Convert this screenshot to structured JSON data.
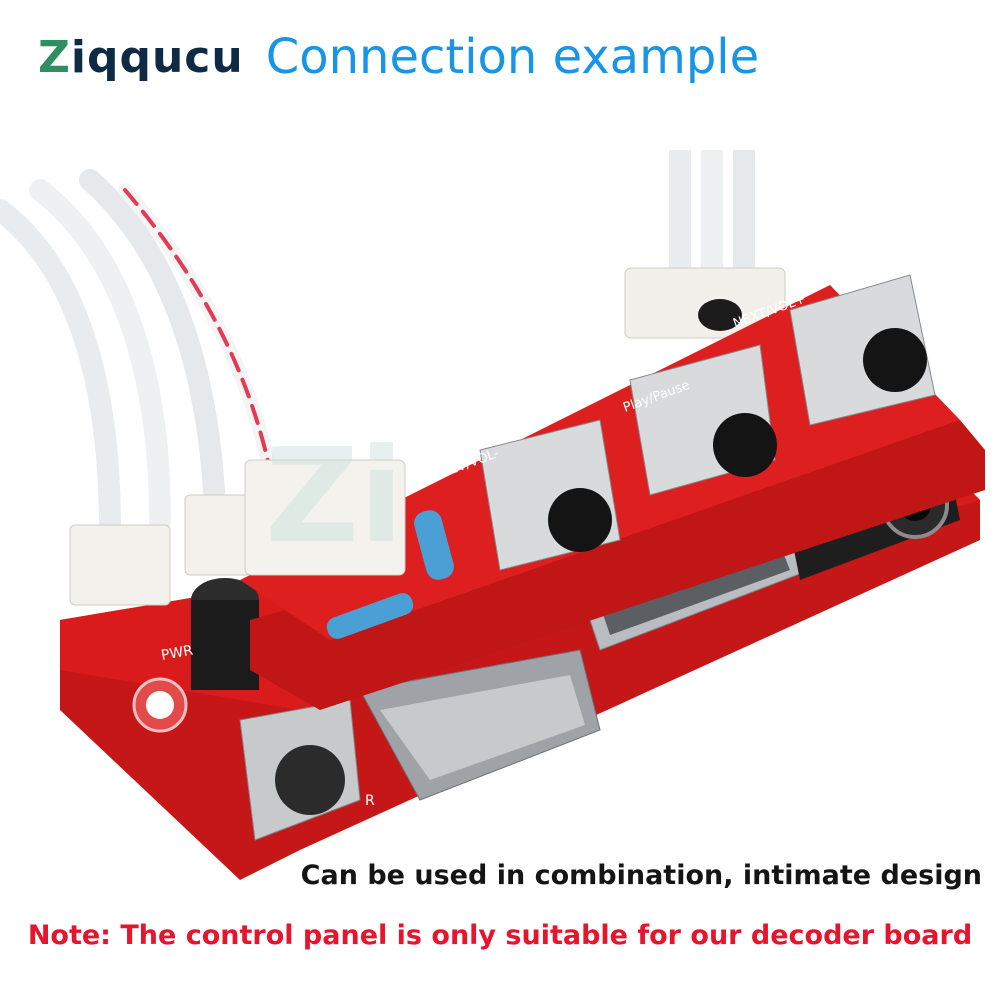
{
  "header": {
    "brand_first": "Z",
    "brand_rest": "iqqucu",
    "title": "Connection example"
  },
  "board_labels": {
    "prev": "PREV/VOL-",
    "next": "NEXT/VOL+",
    "play": "Play/Pause",
    "pwr": "PWR",
    "r": "R"
  },
  "caption": "Can be used in combination, intimate design",
  "note": "Note: The control panel is only suitable for our decoder board",
  "colors": {
    "pcb": "#d91b1b",
    "accent_title": "#1a95e6",
    "note": "#e4152d"
  }
}
